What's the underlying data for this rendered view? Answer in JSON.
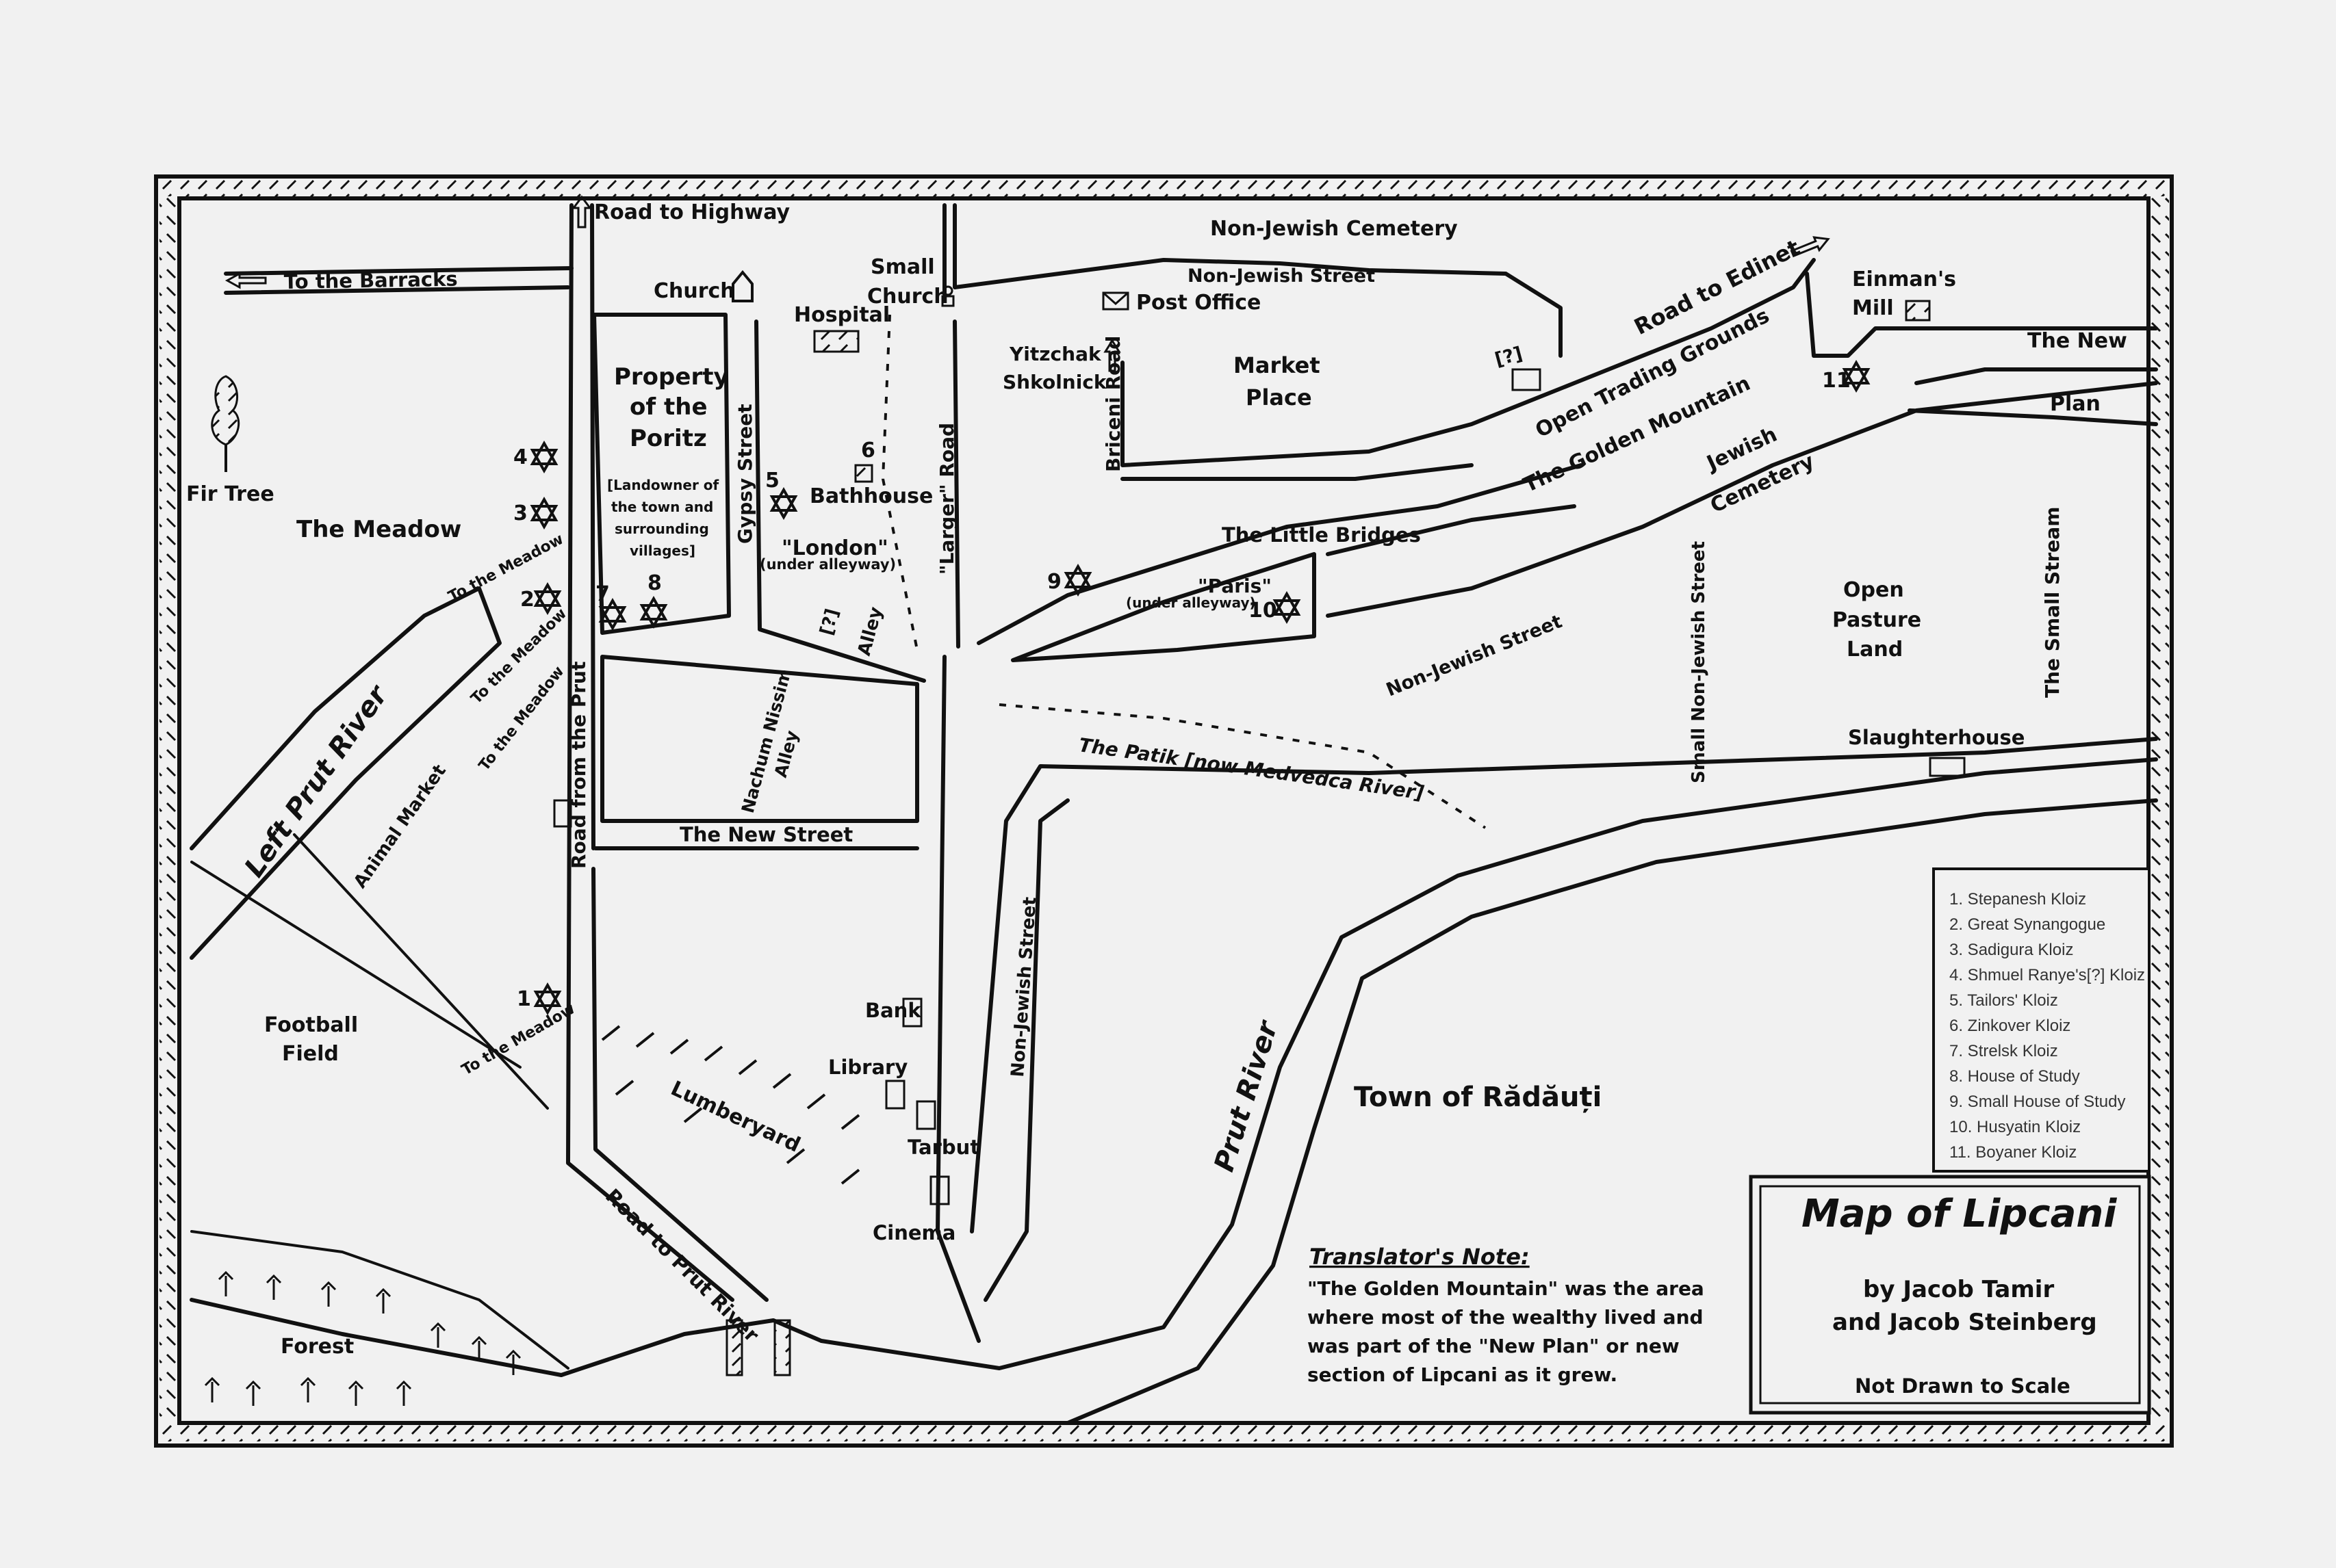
{
  "map": {
    "title": "Map of Lipcani",
    "authors_line1": "by Jacob Tamir",
    "authors_line2": "and Jacob Steinberg",
    "scale_note": "Not Drawn to Scale",
    "translator_note": {
      "heading": "Translator's Note:",
      "lines": [
        "\"The Golden Mountain\" was the area",
        "where most of the wealthy lived and",
        "was part of the \"New Plan\" or new",
        "section of Lipcani as it grew."
      ]
    },
    "legend": [
      "1.  Stepanesh Kloiz",
      "2.  Great Synangogue",
      "3.  Sadigura Kloiz",
      "4.  Shmuel Ranye's[?] Kloiz",
      "5.  Tailors' Kloiz",
      "6.  Zinkover Kloiz",
      "7.  Strelsk Kloiz",
      "8.  House of Study",
      "9.  Small House of Study",
      "10. Husyatin Kloiz",
      "11. Boyaner Kloiz"
    ],
    "labels": {
      "road_to_highway": "Road to Highway",
      "to_the_barracks": "To the Barracks",
      "non_jewish_cemetery": "Non-Jewish Cemetery",
      "non_jewish_street_top": "Non-Jewish Street",
      "church": "Church",
      "small_church_1": "Small",
      "small_church_2": "Church",
      "hospital": "Hospital",
      "post_office": "Post Office",
      "road_to_edinet": "Road to Edinet",
      "einman_1": "Einman's",
      "einman_2": "Mill",
      "the_new": "The New",
      "plan": "Plan",
      "yitzchak_1": "Yitzchak",
      "yitzchak_2": "Shkolnick",
      "briceni_road": "Briceni Road",
      "market_1": "Market",
      "market_2": "Place",
      "unknown_1": "[?]",
      "open_trading_grounds": "Open Trading Grounds",
      "golden_mountain": "The Golden Mountain",
      "jewish_cemetery_1": "Jewish",
      "jewish_cemetery_2": "Cemetery",
      "property_1": "Property",
      "property_2": "of the",
      "property_3": "Poritz",
      "landowner_1": "[Landowner of",
      "landowner_2": "the town and",
      "landowner_3": "surrounding",
      "landowner_4": "villages]",
      "gypsy_street": "Gypsy Street",
      "bathhouse": "Bathhouse",
      "london_1": "\"London\"",
      "london_2": "(under alleyway)",
      "larger_road": "\"Larger\" Road",
      "little_bridges": "The Little Bridges",
      "paris_1": "\"Paris\"",
      "paris_2": "(under alleyway)",
      "non_jewish_street_mid": "Non-Jewish Street",
      "small_non_jewish_street": "Small Non-Jewish Street",
      "open_pasture_1": "Open",
      "open_pasture_2": "Pasture",
      "open_pasture_3": "Land",
      "small_stream": "The Small Stream",
      "slaughterhouse": "Slaughterhouse",
      "fir_tree": "Fir Tree",
      "the_meadow": "The Meadow",
      "to_meadow_1": "To the Meadow",
      "to_meadow_2": "To the Meadow",
      "to_meadow_3": "To the Meadow",
      "to_meadow_4": "To the Meadow",
      "left_prut_river": "Left Prut River",
      "animal_market": "Animal Market",
      "road_from_prut": "Road from the Prut",
      "unknown_2": "[?]",
      "alley": "Alley",
      "nachum_1": "Nachum Nissim",
      "nachum_2": "Alley",
      "patik": "The Patik  [now Medvedca River]",
      "new_street": "The New Street",
      "non_jewish_street_low": "Non-Jewish Street",
      "football_1": "Football",
      "football_2": "Field",
      "bank": "Bank",
      "library": "Library",
      "lumberyard": "Lumberyard",
      "tarbut": "Tarbut",
      "cinema": "Cinema",
      "road_to_prut_river": "Road to Prut River",
      "prut_river": "Prut River",
      "town_of_radauti": "Town of Rădăuți",
      "forest": "Forest"
    },
    "star_numbers": [
      "1",
      "2",
      "3",
      "4",
      "5",
      "6",
      "7",
      "8",
      "9",
      "10",
      "11"
    ]
  }
}
